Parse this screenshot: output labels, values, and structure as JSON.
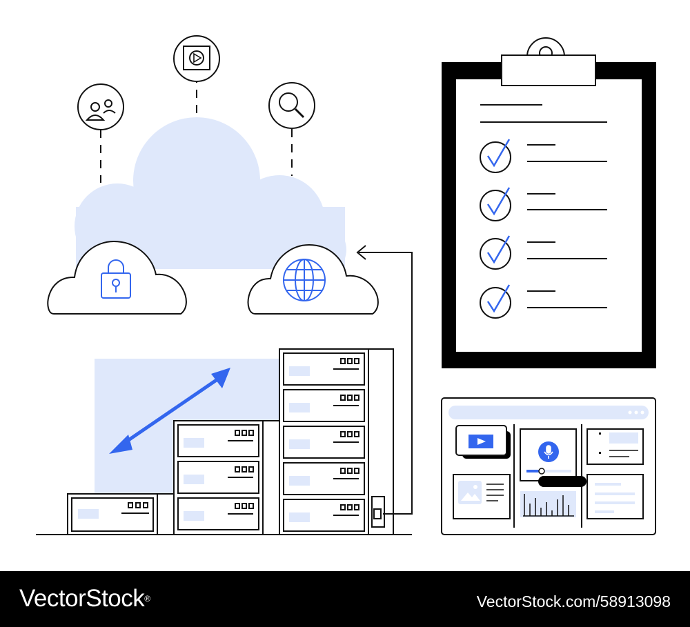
{
  "footer": {
    "brand": "VectorStock",
    "registered_mark": "®",
    "image_id": "VectorStock.com/58913098"
  },
  "colors": {
    "accent_blue": "#3366ee",
    "light_blue": "#dfe8fb",
    "line": "#111111",
    "footer_bg": "#000000"
  },
  "icons": {
    "cloud_icons": [
      "users-icon",
      "video-play-icon",
      "search-icon"
    ],
    "cloud_badges": [
      "lock-icon",
      "globe-icon"
    ],
    "checklist_items": 4,
    "server_stacks": 3
  }
}
